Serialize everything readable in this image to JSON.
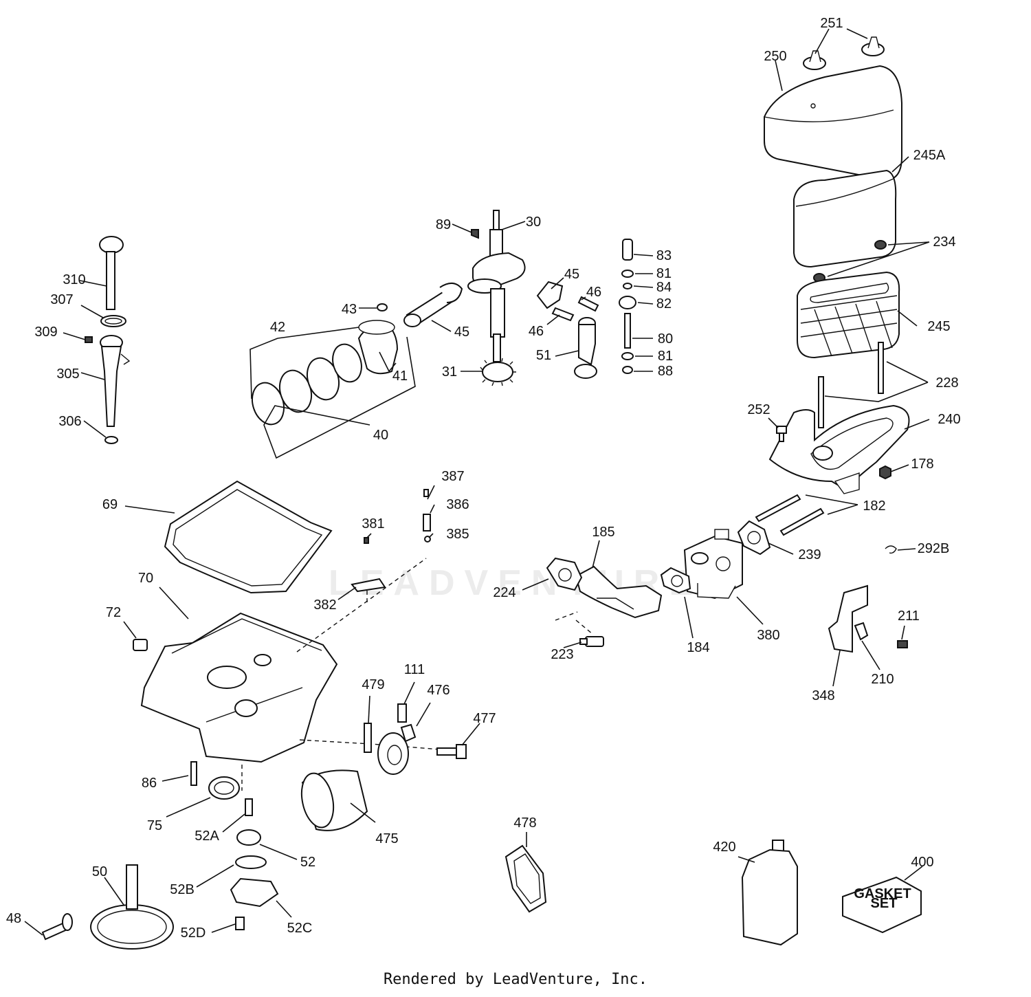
{
  "labels": {
    "l251": "251",
    "l250": "250",
    "l245A": "245A",
    "l234": "234",
    "l245": "245",
    "l228": "228",
    "l252": "252",
    "l240": "240",
    "l178": "178",
    "l182": "182",
    "l239": "239",
    "l292B": "292B",
    "l185": "185",
    "l224": "224",
    "l223": "223",
    "l184": "184",
    "l380": "380",
    "l211": "211",
    "l210": "210",
    "l348": "348",
    "l310": "310",
    "l307": "307",
    "l309": "309",
    "l305": "305",
    "l306": "306",
    "l89": "89",
    "l30": "30",
    "l42": "42",
    "l43": "43",
    "l45a": "45",
    "l45b": "45",
    "l41": "41",
    "l31": "31",
    "l40": "40",
    "l46a": "46",
    "l46b": "46",
    "l51": "51",
    "l83": "83",
    "l81a": "81",
    "l84": "84",
    "l82": "82",
    "l80": "80",
    "l81b": "81",
    "l88": "88",
    "l69": "69",
    "l387": "387",
    "l386": "386",
    "l381": "381",
    "l385": "385",
    "l382": "382",
    "l70": "70",
    "l72": "72",
    "l111": "111",
    "l479": "479",
    "l476": "476",
    "l477": "477",
    "l86": "86",
    "l75": "75",
    "l52A": "52A",
    "l52": "52",
    "l475": "475",
    "l478": "478",
    "l52B": "52B",
    "l50": "50",
    "l52C": "52C",
    "l48": "48",
    "l52D": "52D",
    "l420": "420",
    "l400": "400"
  },
  "gasket_set": {
    "line1": "GASKET",
    "line2": "SET"
  },
  "watermark": "LEADVENTURE",
  "footer": "Rendered by LeadVenture, Inc."
}
